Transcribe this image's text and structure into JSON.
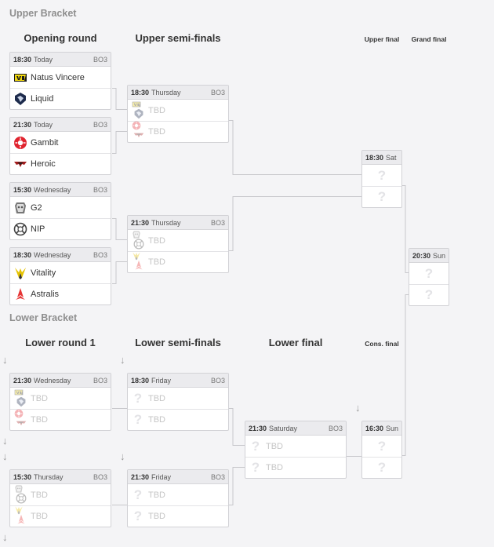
{
  "upper_bracket": {
    "title": "Upper Bracket",
    "rounds": {
      "opening": "Opening round",
      "semis": "Upper semi-finals",
      "final": "Upper final",
      "grand": "Grand final"
    },
    "opening_matches": [
      {
        "time": "18:30",
        "day": "Today",
        "format": "BO3",
        "team1": "Natus Vincere",
        "team2": "Liquid"
      },
      {
        "time": "21:30",
        "day": "Today",
        "format": "BO3",
        "team1": "Gambit",
        "team2": "Heroic"
      },
      {
        "time": "15:30",
        "day": "Wednesday",
        "format": "BO3",
        "team1": "G2",
        "team2": "NIP"
      },
      {
        "time": "18:30",
        "day": "Wednesday",
        "format": "BO3",
        "team1": "Vitality",
        "team2": "Astralis"
      }
    ],
    "semi_matches": [
      {
        "time": "18:30",
        "day": "Thursday",
        "format": "BO3",
        "team1": "TBD",
        "team2": "TBD"
      },
      {
        "time": "21:30",
        "day": "Thursday",
        "format": "BO3",
        "team1": "TBD",
        "team2": "TBD"
      }
    ],
    "final_match": {
      "time": "18:30",
      "day": "Sat"
    },
    "grand_match": {
      "time": "20:30",
      "day": "Sun"
    }
  },
  "lower_bracket": {
    "title": "Lower Bracket",
    "rounds": {
      "round1": "Lower round 1",
      "semis": "Lower semi-finals",
      "final": "Lower final",
      "cons": "Cons. final"
    },
    "round1_matches": [
      {
        "time": "21:30",
        "day": "Wednesday",
        "format": "BO3",
        "team1": "TBD",
        "team2": "TBD"
      },
      {
        "time": "15:30",
        "day": "Thursday",
        "format": "BO3",
        "team1": "TBD",
        "team2": "TBD"
      }
    ],
    "semi_matches": [
      {
        "time": "18:30",
        "day": "Friday",
        "format": "BO3",
        "team1": "TBD",
        "team2": "TBD"
      },
      {
        "time": "21:30",
        "day": "Friday",
        "format": "BO3",
        "team1": "TBD",
        "team2": "TBD"
      }
    ],
    "final_match": {
      "time": "21:30",
      "day": "Saturday",
      "format": "BO3",
      "team1": "TBD",
      "team2": "TBD"
    },
    "cons_match": {
      "time": "16:30",
      "day": "Sun"
    }
  },
  "icons": {
    "navi": "navi-logo-icon",
    "liquid": "liquid-logo-icon",
    "gambit": "gambit-logo-icon",
    "heroic": "heroic-logo-icon",
    "g2": "g2-logo-icon",
    "nip": "nip-logo-icon",
    "vitality": "vitality-logo-icon",
    "astralis": "astralis-logo-icon",
    "unknown": "question-mark-icon",
    "drop": "down-arrow-icon"
  },
  "colors": {
    "navi": "#f2d90f",
    "liquid": "#1d2b4c",
    "gambit": "#e0242f",
    "heroic": "#a51c1c",
    "vitality": "#e6c300",
    "astralis": "#e63535",
    "connector": "#c8c8cc"
  }
}
